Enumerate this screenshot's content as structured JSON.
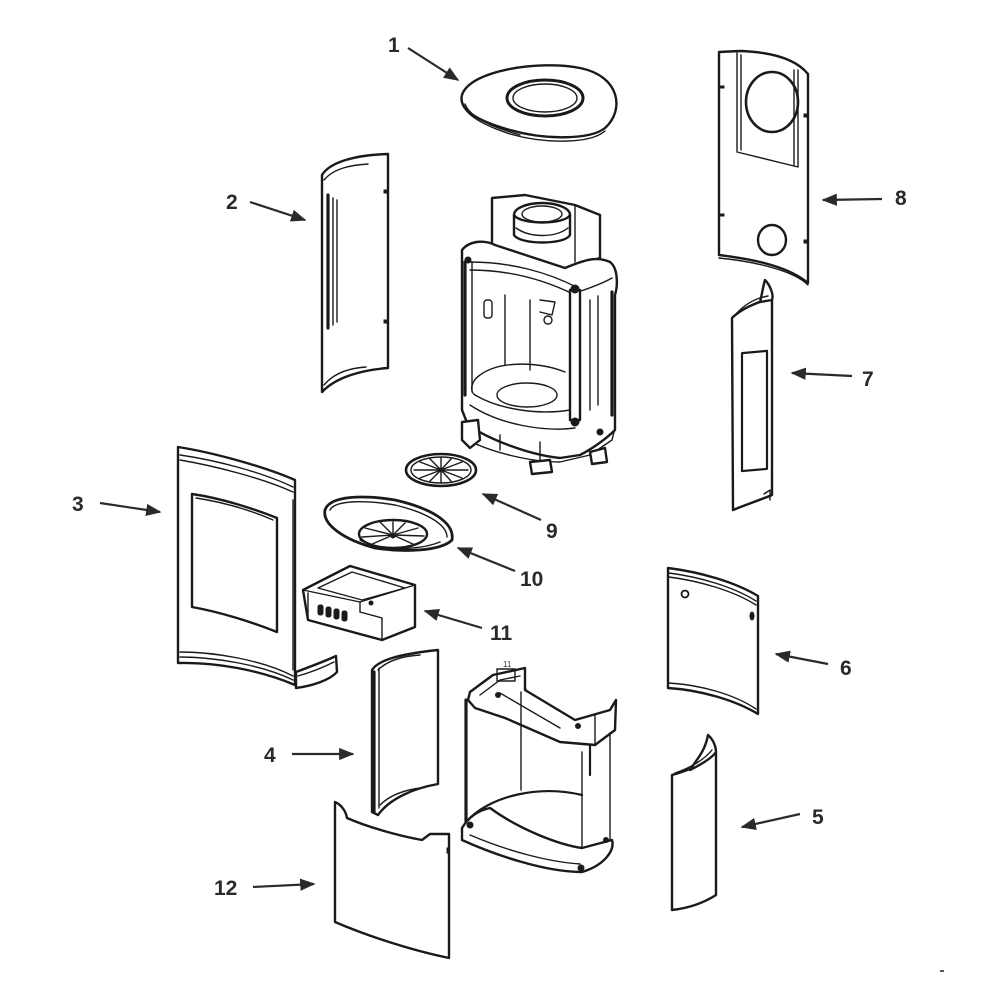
{
  "diagram": {
    "type": "exploded-parts-view",
    "subject": "stove",
    "callouts": [
      {
        "number": "1",
        "part": "top-plate"
      },
      {
        "number": "2",
        "part": "left-rear-side-panel"
      },
      {
        "number": "3",
        "part": "front-door"
      },
      {
        "number": "4",
        "part": "left-lower-side-panel"
      },
      {
        "number": "5",
        "part": "right-lower-side-panel"
      },
      {
        "number": "6",
        "part": "right-front-panel"
      },
      {
        "number": "7",
        "part": "right-rear-side-panel"
      },
      {
        "number": "8",
        "part": "rear-panel"
      },
      {
        "number": "9",
        "part": "grate"
      },
      {
        "number": "10",
        "part": "grate-with-ring"
      },
      {
        "number": "11",
        "part": "ash-pan"
      },
      {
        "number": "12",
        "part": "front-lower-panel"
      }
    ],
    "frame_label": "11",
    "stroke_color": "#1a1a1a",
    "background_color": "#ffffff"
  }
}
